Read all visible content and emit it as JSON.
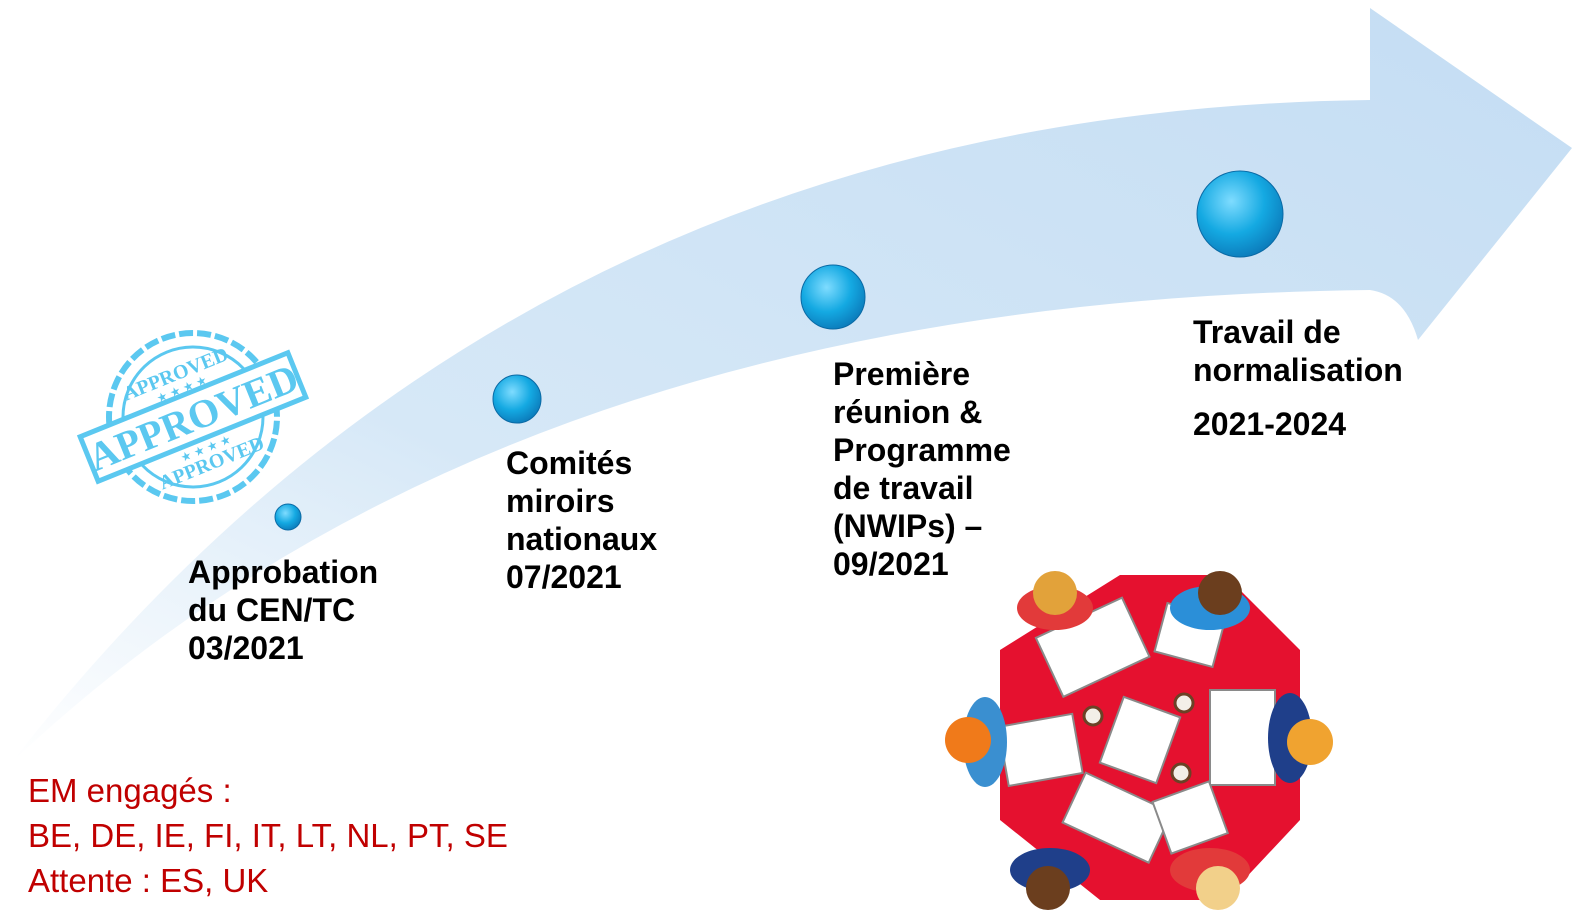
{
  "stamp": {
    "top_text": "APPROVED",
    "main_text": "APPROVED",
    "bottom_text": "APPROVED",
    "color": "#5bc8f0"
  },
  "milestones": [
    {
      "label": "Approbation\ndu CEN/TC\n03/2021"
    },
    {
      "label": "Comités\nmiroirs\nnationaux\n07/2021"
    },
    {
      "label": "Première\nréunion &\nProgramme\nde travail\n(NWIPs) –\n09/2021"
    },
    {
      "label": "Travail de\nnormalisation",
      "period": "2021-2024"
    }
  ],
  "members": {
    "line1": "EM engagés :",
    "line2": "BE, DE, IE, FI, IT, LT, NL, PT, SE",
    "line3": "Attente : ES, UK"
  },
  "colors": {
    "arrow": "#cfe4f5",
    "dot": "#14a9e2",
    "table": "#e5112f",
    "members_text": "#c00000"
  }
}
